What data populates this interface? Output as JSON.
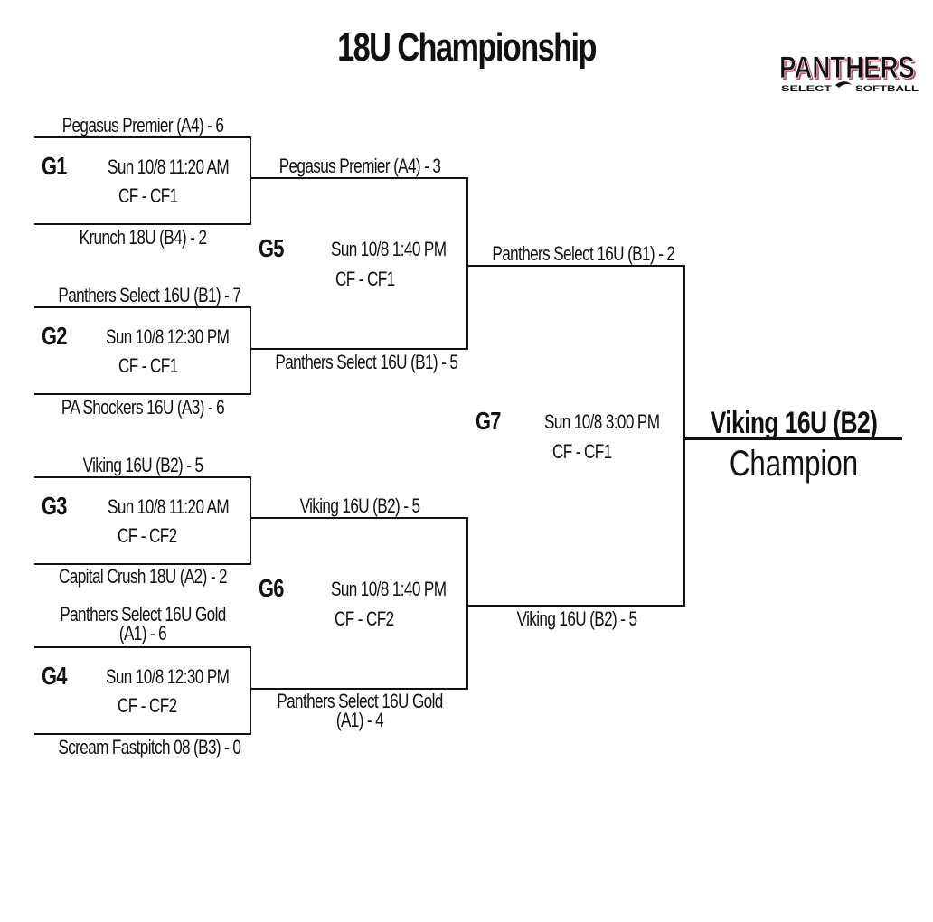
{
  "title": "18U Championship",
  "logo": {
    "main": "PANTHERS",
    "sub_left": "SELECT",
    "sub_right": "SOFTBALL",
    "accent": "#c0506a"
  },
  "games": {
    "g1": {
      "label": "G1",
      "datetime": "Sun 10/8  11:20 AM",
      "field": "CF - CF1",
      "top": "Pegasus Premier (A4) - 6",
      "bottom": "Krunch 18U (B4) - 2"
    },
    "g2": {
      "label": "G2",
      "datetime": "Sun 10/8  12:30 PM",
      "field": "CF - CF1",
      "top": "Panthers Select 16U (B1) - 7",
      "bottom": "PA Shockers 16U (A3) - 6"
    },
    "g3": {
      "label": "G3",
      "datetime": "Sun 10/8  11:20 AM",
      "field": "CF - CF2",
      "top": "Viking 16U (B2) - 5",
      "bottom": "Capital Crush 18U (A2) - 2"
    },
    "g4": {
      "label": "G4",
      "datetime": "Sun 10/8  12:30 PM",
      "field": "CF - CF2",
      "top_line1": "Panthers Select 16U Gold",
      "top_line2": "(A1) - 6",
      "bottom": "Scream Fastpitch 08 (B3) - 0"
    },
    "g5": {
      "label": "G5",
      "datetime": "Sun 10/8  1:40 PM",
      "field": "CF - CF1",
      "top": "Pegasus Premier (A4) - 3",
      "bottom": "Panthers Select 16U (B1) - 5"
    },
    "g6": {
      "label": "G6",
      "datetime": "Sun 10/8  1:40 PM",
      "field": "CF - CF2",
      "top": "Viking 16U (B2) - 5",
      "bottom_line1": "Panthers Select 16U Gold",
      "bottom_line2": "(A1) - 4"
    },
    "g7": {
      "label": "G7",
      "datetime": "Sun 10/8  3:00 PM",
      "field": "CF - CF1",
      "top": "Panthers Select 16U (B1) - 2",
      "bottom": "Viking 16U (B2) - 5"
    }
  },
  "champion": {
    "name": "Viking 16U (B2)",
    "label": "Champion"
  }
}
